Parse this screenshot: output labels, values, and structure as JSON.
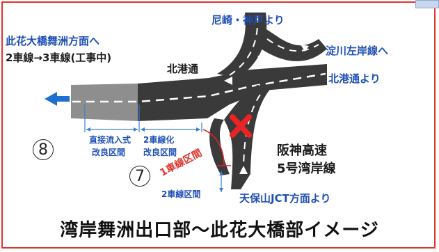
{
  "labels": {
    "amagasaki_kobe": "尼崎・神戸より",
    "konohana_dest": "此花大橋舞洲方面へ",
    "lanes_change": "2車線→3車線(工事中)",
    "yodogawa": "淀川左岸線へ",
    "hokko_dori": "北港通",
    "from_hokko": "北港通より",
    "chokusetsu_1": "直接流入式",
    "chokusetsu_2": "改良区間",
    "two_lane_1": "2車線化",
    "two_lane_2": "改良区間",
    "one_lane": "1車線区間",
    "two_lane_section": "2車線区間",
    "hanshin_1": "阪神高速",
    "hanshin_2": "5号湾岸線",
    "tempozan": "天保山JCT方面より",
    "num8": "8",
    "num7": "7"
  },
  "footer": {
    "title": "湾岸舞洲出口部～此花大橋部イメージ"
  },
  "colors": {
    "frame": "#e0332b",
    "label_blue": "#1f4fb5",
    "road": "#3a3a3a",
    "road_light": "#8e8e8e",
    "arrow_blue": "#1f6fd0"
  }
}
